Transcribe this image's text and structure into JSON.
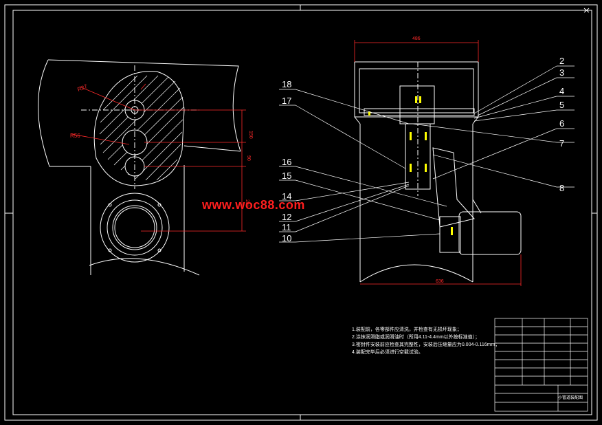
{
  "watermark": "www.woc88.com",
  "dimensions": {
    "left_r1": "R27",
    "left_r2": "R56",
    "left_v1": "150",
    "left_v2": "90",
    "left_v3": "281",
    "right_top_width": "486",
    "right_bottom_width": "636"
  },
  "balloons_right": [
    "2",
    "3",
    "4",
    "5",
    "6",
    "7",
    "8"
  ],
  "balloons_left": [
    "18",
    "17",
    "16",
    "15",
    "14",
    "12",
    "11",
    "10"
  ],
  "notes": [
    "1.装配前，各零部件应清洗，并检查有无损坏现象；",
    "2.涂抹润滑脂或润滑油时（所用4.11-4.4mm以外按标准值）；",
    "3.密封件安装前应检查其完整性，安装后压缩量应为0.004-0.116mm；",
    "4.装配完毕后必须进行空载试验。"
  ],
  "title_block": {
    "drawing_title": "小管道装配图"
  },
  "colors": {
    "line": "#ffffff",
    "dim": "#ff2a2a",
    "accent_yellow": "#ffff00",
    "watermark": "#ff1e1e"
  }
}
